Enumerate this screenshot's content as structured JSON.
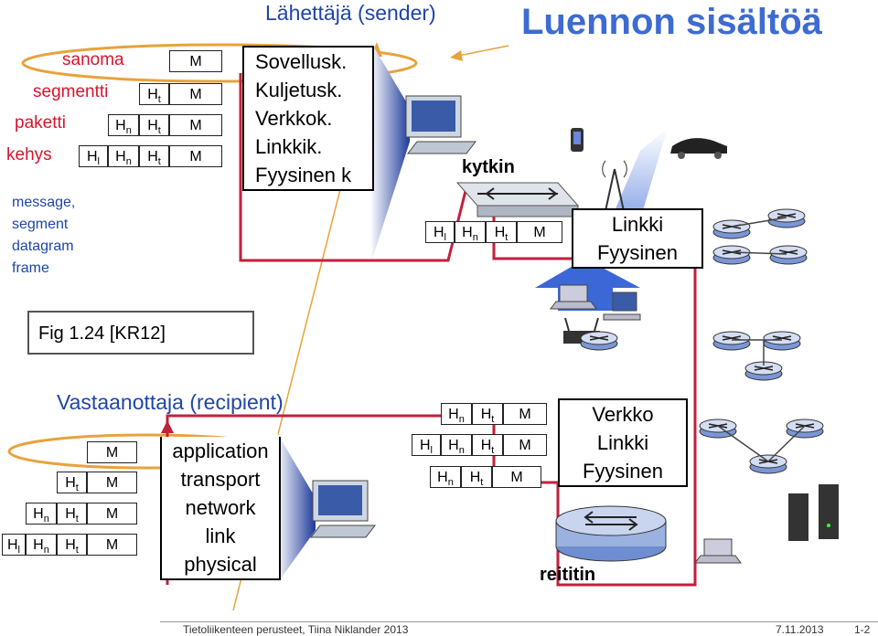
{
  "title": "Luennon sisältöä",
  "sender_label": "Lähettäjä (sender)",
  "recipient_label": "Vastaanottaja (recipient)",
  "fi_terms": [
    "sanoma",
    "segmentti",
    "paketti",
    "kehys"
  ],
  "en_terms": [
    "message,",
    "segment",
    "datagram",
    "frame"
  ],
  "sender_layers": [
    "Sovellusk.",
    "Kuljetusk.",
    "Verkkok.",
    "Linkkik.",
    "Fyysinen k"
  ],
  "recipient_layers": [
    "application",
    "transport",
    "network",
    "link",
    "physical"
  ],
  "switch_label": "kytkin",
  "switch_layers": [
    "Linkki",
    "Fyysinen"
  ],
  "router_label": "reititin",
  "router_layers": [
    "Verkko",
    "Linkki",
    "Fyysinen"
  ],
  "fig_ref": "Fig 1.24 [KR12]",
  "headers": {
    "m": "M",
    "h": "H",
    "t": "t",
    "n": "n",
    "l": "l"
  },
  "footer": {
    "left": "Tietoliikenteen perusteet, Tiina Niklander 2013",
    "date": "7.11.2013",
    "page": "1-2"
  },
  "colors": {
    "title": "#3d6bd1",
    "highlight_red": "#d8142c",
    "arrow_orange": "#e8a23c",
    "flow_line": "#c41f3d",
    "shadow_blue": "#2f5fc9",
    "router_blue": "#4f74c4"
  }
}
